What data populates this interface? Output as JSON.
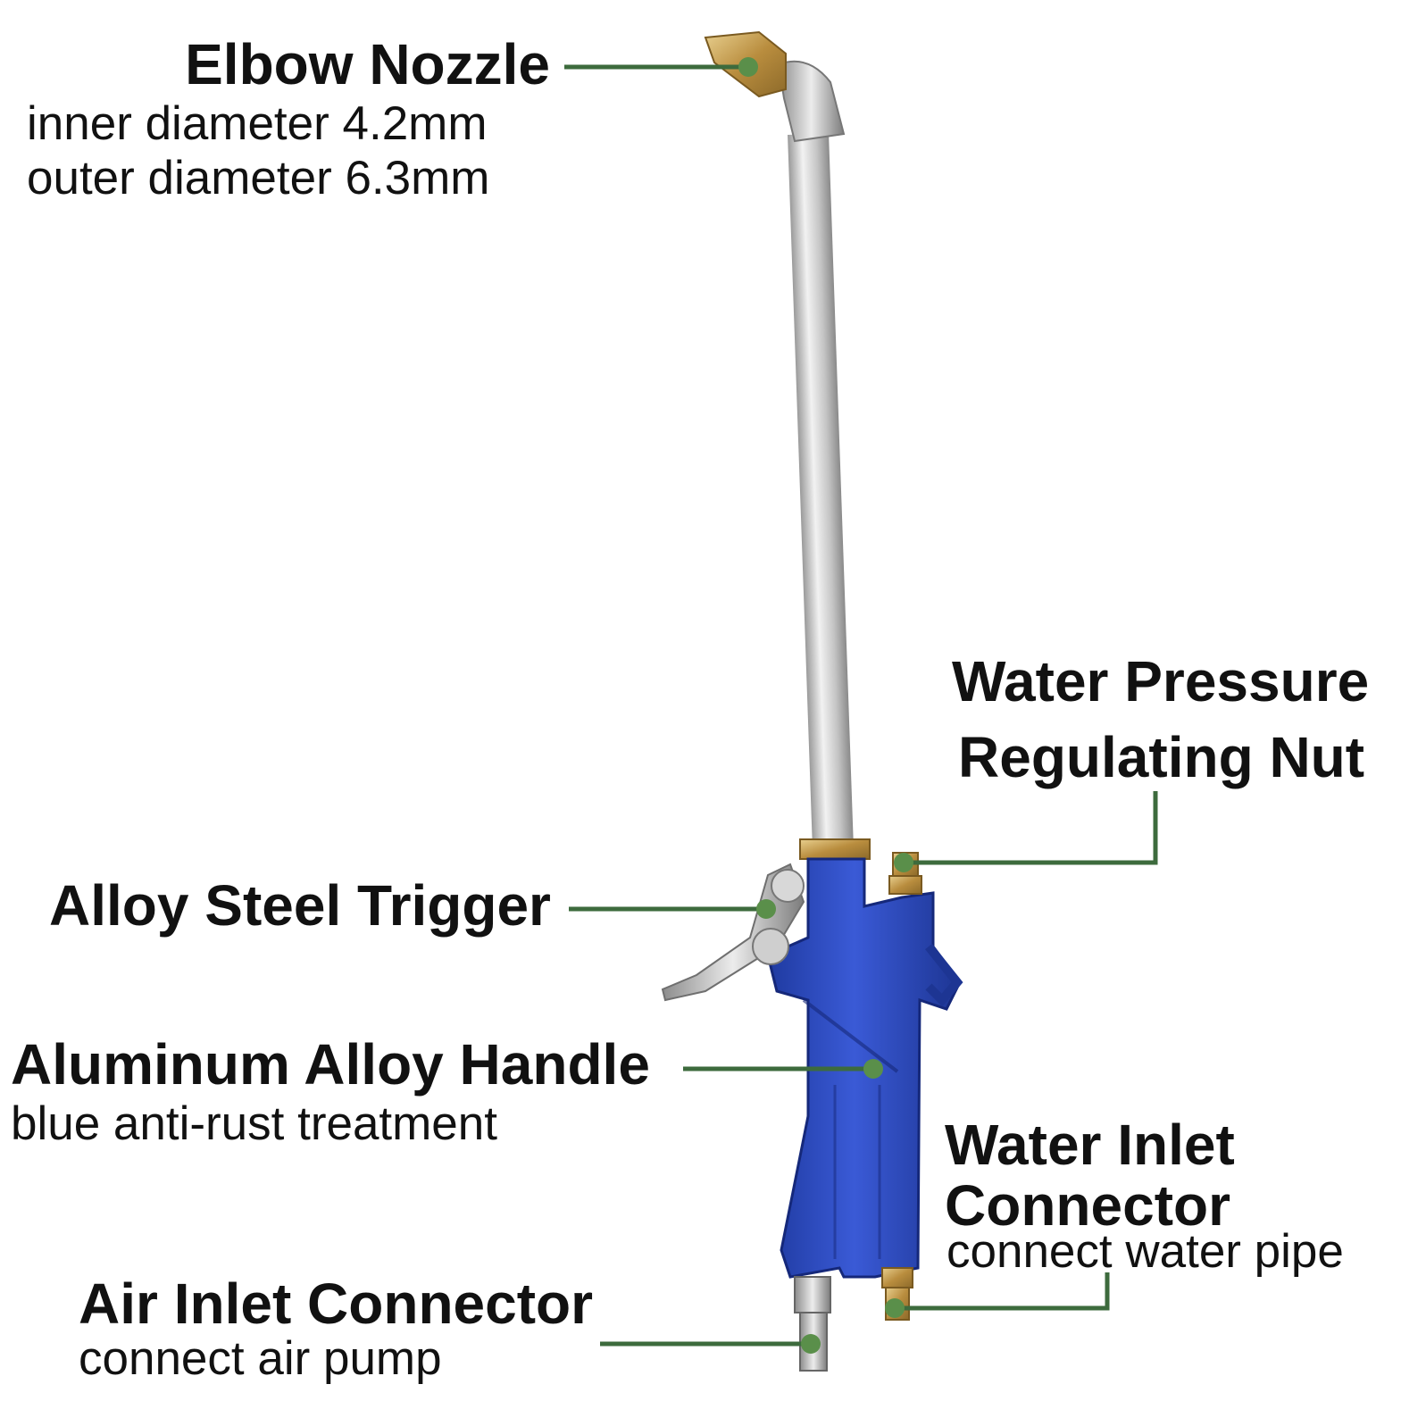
{
  "labels": {
    "elbow_nozzle": {
      "title": "Elbow Nozzle",
      "line1": "inner diameter 4.2mm",
      "line2": "outer diameter 6.3mm"
    },
    "pressure_nut": {
      "line1": "Water Pressure",
      "line2": "Regulating Nut"
    },
    "trigger": {
      "title": "Alloy Steel Trigger"
    },
    "handle": {
      "title": "Aluminum Alloy Handle",
      "sub": "blue anti-rust treatment"
    },
    "water_inlet": {
      "line1": "Water Inlet",
      "line2": "Connector",
      "sub": "connect water pipe"
    },
    "air_inlet": {
      "title": "Air Inlet Connector",
      "sub": "connect air pump"
    }
  },
  "colors": {
    "leader_line": "#3d6b3d",
    "leader_dot": "#5a8f4a",
    "body_blue": "#2f4fc4",
    "tube_silver": "#c8c8c8",
    "brass": "#c9a25a"
  }
}
